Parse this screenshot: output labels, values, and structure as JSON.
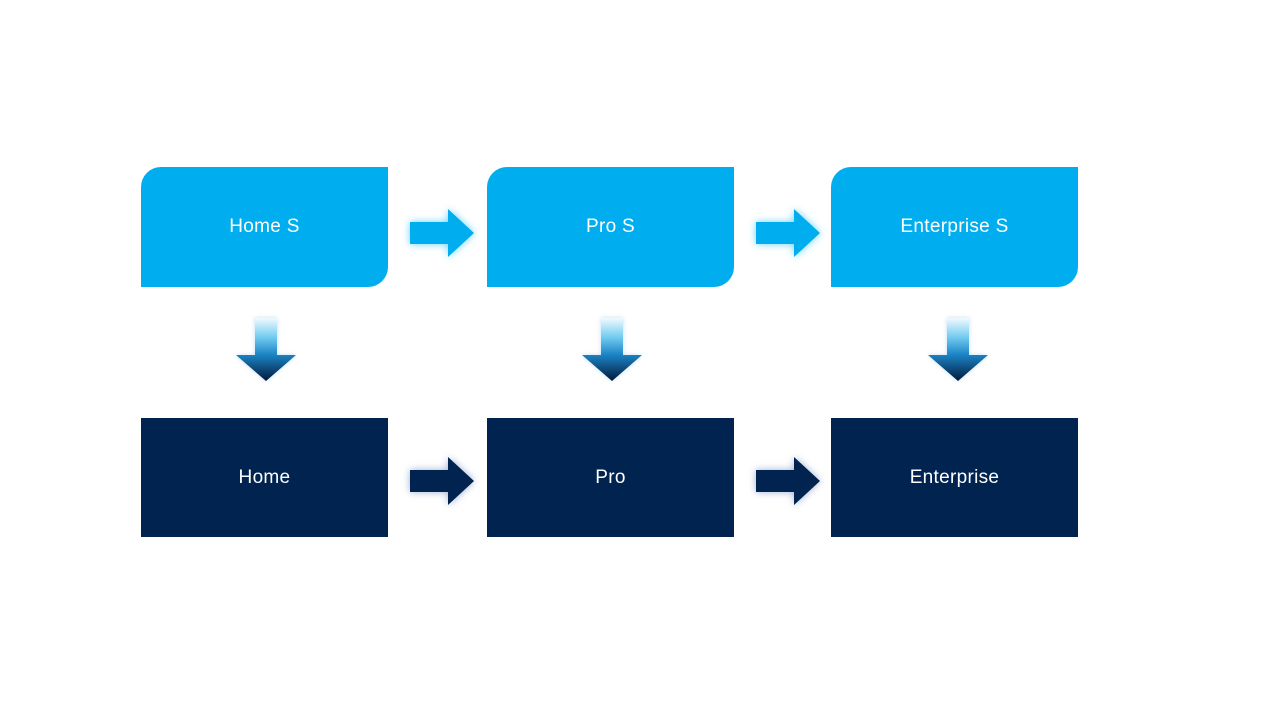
{
  "diagram": {
    "background": "#FFFFFF",
    "colors": {
      "light_blue": "#00AEEF",
      "navy": "#00234F",
      "label_text": "#FFFFFF",
      "down_arrow_gradient": [
        "#F2FAFE",
        "#74CCF1",
        "#1B85C6",
        "#03193A"
      ]
    },
    "columns": [
      {
        "top_label": "Home S",
        "bottom_label": "Home"
      },
      {
        "top_label": "Pro S",
        "bottom_label": "Pro"
      },
      {
        "top_label": "Enterprise S",
        "bottom_label": "Enterprise"
      }
    ]
  }
}
